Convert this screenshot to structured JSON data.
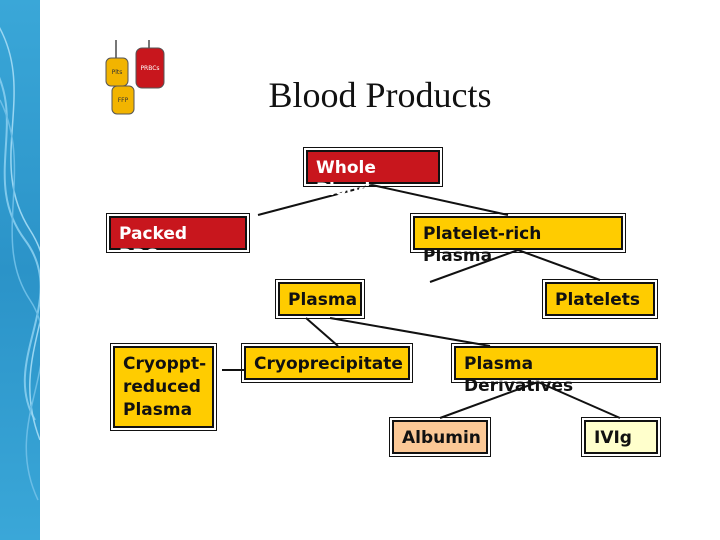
{
  "title": "Blood Products",
  "logo": {
    "bag_labels": [
      "PRBCs",
      "Plts",
      "FFP"
    ]
  },
  "diagram": {
    "nodes": {
      "whole_blood": "Whole Blood",
      "packed_rbcs": "Packed RBCs",
      "platelet_rich_plasma": "Platelet-rich Plasma",
      "plasma": "Plasma",
      "platelets": "Platelets",
      "cryo_reduced_plasma": "Cryoppt-\nreduced\nPlasma",
      "cryoprecipitate": "Cryoprecipitate",
      "plasma_derivatives": "Plasma Derivatives",
      "albumin": "Albumin",
      "ivig": "IVIg"
    },
    "colors": {
      "red": "#c8161d",
      "yellow": "#ffcc00",
      "peach": "#fbc896",
      "cream": "#ffffcc"
    }
  }
}
